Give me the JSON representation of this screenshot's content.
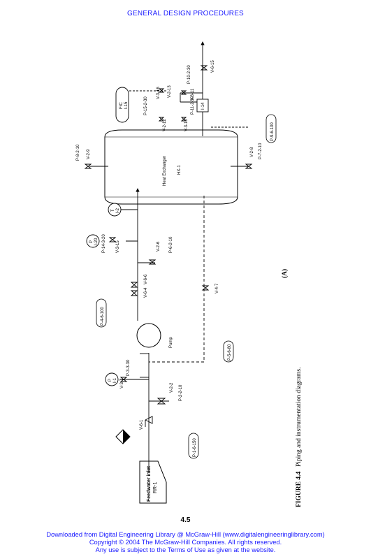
{
  "header": {
    "title": "GENERAL DESIGN PROCEDURES"
  },
  "figure": {
    "caption_label": "FIGURE 4.4",
    "caption_text": "Piping and instrumentation diagrams.",
    "panel_label": "(A)",
    "feed": {
      "line1": "Feedwater inlet",
      "line2": "RR-1"
    },
    "heat_exchanger": {
      "name": "Heat Exchanger",
      "tag": "HX-1"
    },
    "pump": {
      "name": "Pump"
    },
    "pipe_labels": [
      "P-1-6-150",
      "P-4-6-100",
      "P-5-6-80",
      "P-9-6-100"
    ],
    "instruments": {
      "pi1": {
        "top": "P",
        "bottom": "I-1"
      },
      "pi2": {
        "top": "P",
        "bottom": "I-20"
      },
      "ti": {
        "top": "T",
        "bottom": "I-2"
      },
      "fic": {
        "top": "FIC",
        "bottom": "I-15"
      }
    },
    "fe_tag": "I-14",
    "valves": [
      "V-6-1",
      "V-2-2",
      "P-2-2-10",
      "V-3-7",
      "P-3-3-30",
      "V-6-4",
      "V-6-6",
      "V-4-7",
      "V-3-15",
      "P-14-3-20",
      "V-2-6",
      "P-6-2-10",
      "P-8-2-10",
      "V-2-9",
      "V-2-8",
      "P-7-2-10",
      "V-2-12",
      "V-2-13",
      "P-15-2-30",
      "V-3-10",
      "V-3-11",
      "P-11-2-30",
      "V-3-16",
      "P-10-2-30",
      "V-6-15"
    ]
  },
  "page_number": "4.5",
  "footer": {
    "line1": "Downloaded from Digital Engineering Library @ McGraw-Hill (www.digitalengineeringlibrary.com)",
    "line2": "Copyright © 2004 The McGraw-Hill Companies. All rights reserved.",
    "line3": "Any use is subject to the Terms of Use as given at the website."
  }
}
